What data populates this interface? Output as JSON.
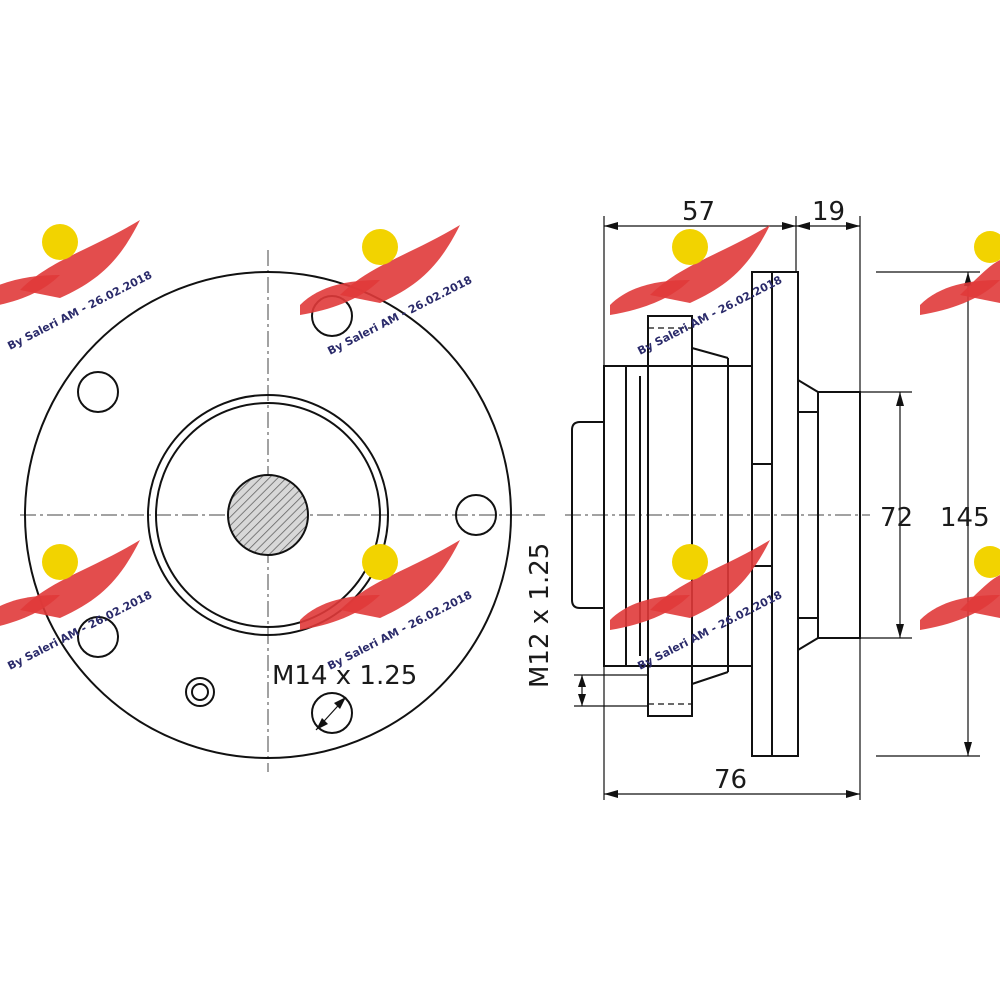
{
  "dimensions": {
    "width_left": "57",
    "width_right": "19",
    "pilot_diameter": "72",
    "flange_diameter": "145",
    "overall_length": "76",
    "stud_thread": "M14 x 1.25",
    "bolt_thread": "M12 x 1.25"
  },
  "watermark": {
    "credit": "By Saleri AM - 26.02.2018"
  },
  "colors": {
    "line": "#111111",
    "wing": "#e03a3a",
    "badge": "#f2d300",
    "watermark_text": "#2a2a6a"
  }
}
